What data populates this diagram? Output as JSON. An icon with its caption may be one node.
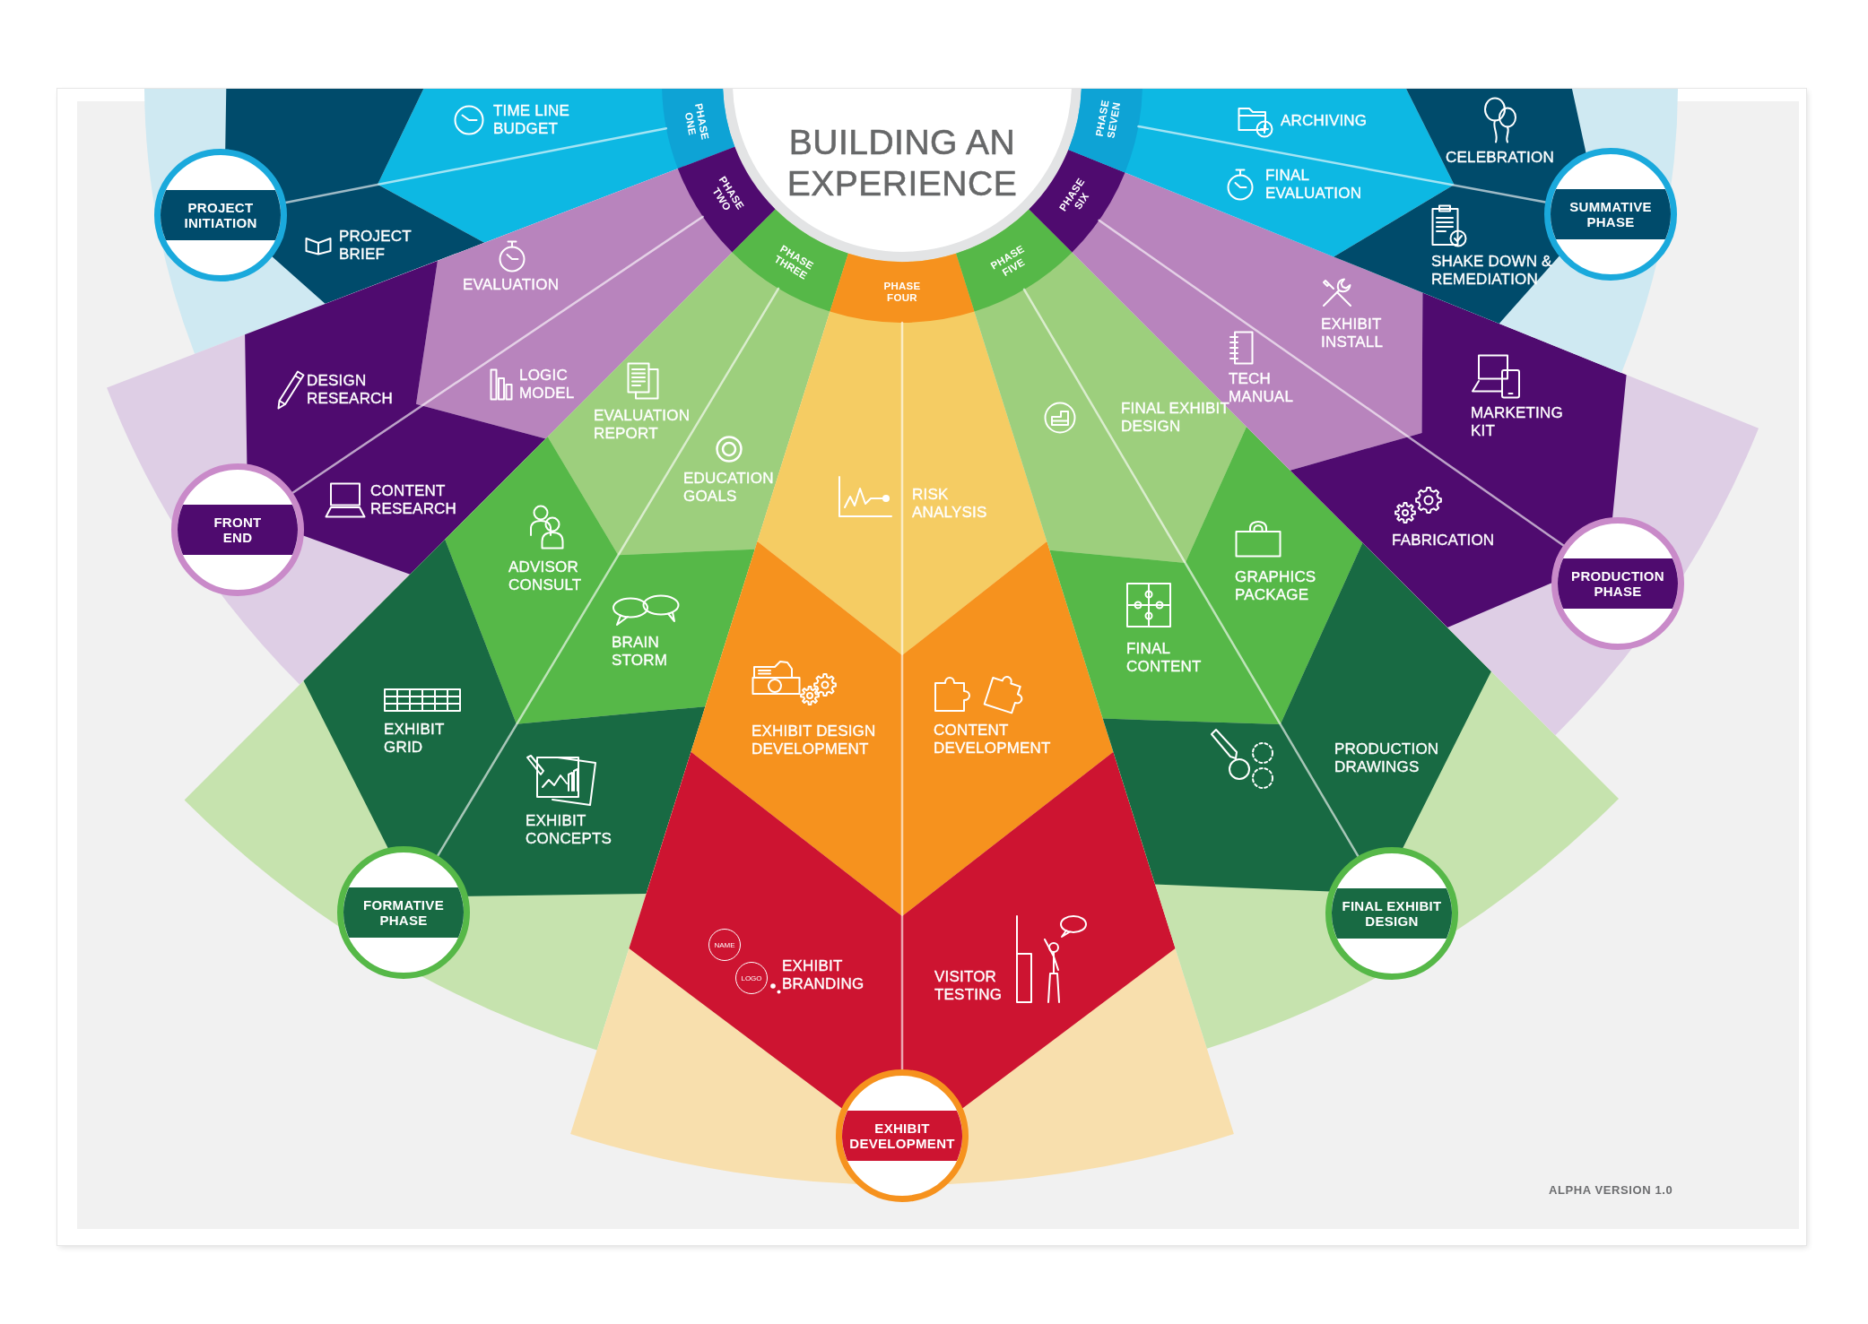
{
  "diagram": {
    "title": "BUILDING AN EXPERIENCE",
    "nodes": [
      {
        "text": [
          "PHASE ONE"
        ]
      },
      {
        "text": [
          "TIME LINE BUDGET"
        ]
      },
      {
        "text": [
          "PROJECT BRIEF"
        ]
      },
      {
        "text": [
          "PROJECT INITIATION"
        ]
      },
      {
        "text": [
          "PHASE TWO"
        ]
      },
      {
        "text": [
          "EVALUATION"
        ]
      },
      {
        "text": [
          "LOGIC MODEL"
        ]
      },
      {
        "text": [
          "DESIGN RESEARCH"
        ]
      },
      {
        "text": [
          "CONTENT RESEARCH"
        ]
      },
      {
        "text": [
          "FRONT END"
        ]
      },
      {
        "text": [
          "PHASE THREE"
        ]
      },
      {
        "text": [
          "EVALUATION REPORT"
        ]
      },
      {
        "text": [
          "EDUCATION GOALS"
        ]
      },
      {
        "text": [
          "ADVISOR CONSULT"
        ]
      },
      {
        "text": [
          "BRAIN STORM"
        ]
      },
      {
        "text": [
          "EXHIBIT GRID"
        ]
      },
      {
        "text": [
          "EXHIBIT CONCEPTS"
        ]
      },
      {
        "text": [
          "FORMATIVE PHASE"
        ]
      },
      {
        "text": [
          "PHASE FOUR"
        ]
      },
      {
        "text": [
          "RISK ANALYSIS"
        ]
      },
      {
        "text": [
          "EXHIBIT DESIGN DEVELOPMENT"
        ]
      },
      {
        "text": [
          "CONTENT DEVELOPMENT"
        ]
      },
      {
        "text": [
          "EXHIBIT BRANDING"
        ]
      },
      {
        "text": [
          "VISITOR TESTING"
        ]
      },
      {
        "text": [
          "EXHIBIT DEVELOPMENT"
        ]
      },
      {
        "text": [
          "PHASE FIVE"
        ]
      },
      {
        "text": [
          "FINAL EXHIBIT DESIGN"
        ]
      },
      {
        "text": [
          "FINAL CONTENT"
        ]
      },
      {
        "text": [
          "GRAPHICS PACKAGE"
        ]
      },
      {
        "text": [
          "PRODUCTION DRAWINGS"
        ]
      },
      {
        "text": [
          "FINAL EXHIBIT DESIGN"
        ]
      },
      {
        "text": [
          "PHASE SIX"
        ]
      },
      {
        "text": [
          "TECH MANUAL"
        ]
      },
      {
        "text": [
          "EXHIBIT INSTALL"
        ]
      },
      {
        "text": [
          "MARKETING KIT"
        ]
      },
      {
        "text": [
          "FABRICATION"
        ]
      },
      {
        "text": [
          "PRODUCTION PHASE"
        ]
      },
      {
        "text": [
          "PHASE SEVEN"
        ]
      },
      {
        "text": [
          "ARCHIVING"
        ]
      },
      {
        "text": [
          "FINAL EVALUATION"
        ]
      },
      {
        "text": [
          "CELEBRATION"
        ]
      },
      {
        "text": [
          "SHAKE DOWN & REMEDIATION"
        ]
      },
      {
        "text": [
          "SUMMATIVE PHASE"
        ]
      }
    ],
    "edges": [
      {
        "from": 0,
        "to": 3,
        "arrow": "none"
      },
      {
        "from": 4,
        "to": 9,
        "arrow": "none"
      },
      {
        "from": 10,
        "to": 17,
        "arrow": "none"
      },
      {
        "from": 18,
        "to": 24,
        "arrow": "none"
      },
      {
        "from": 25,
        "to": 30,
        "arrow": "none"
      },
      {
        "from": 31,
        "to": 36,
        "arrow": "none"
      },
      {
        "from": 37,
        "to": 42,
        "arrow": "none"
      }
    ],
    "labels": [
      "NAME",
      "LOGO",
      "ALPHA VERSION 1.0"
    ]
  }
}
